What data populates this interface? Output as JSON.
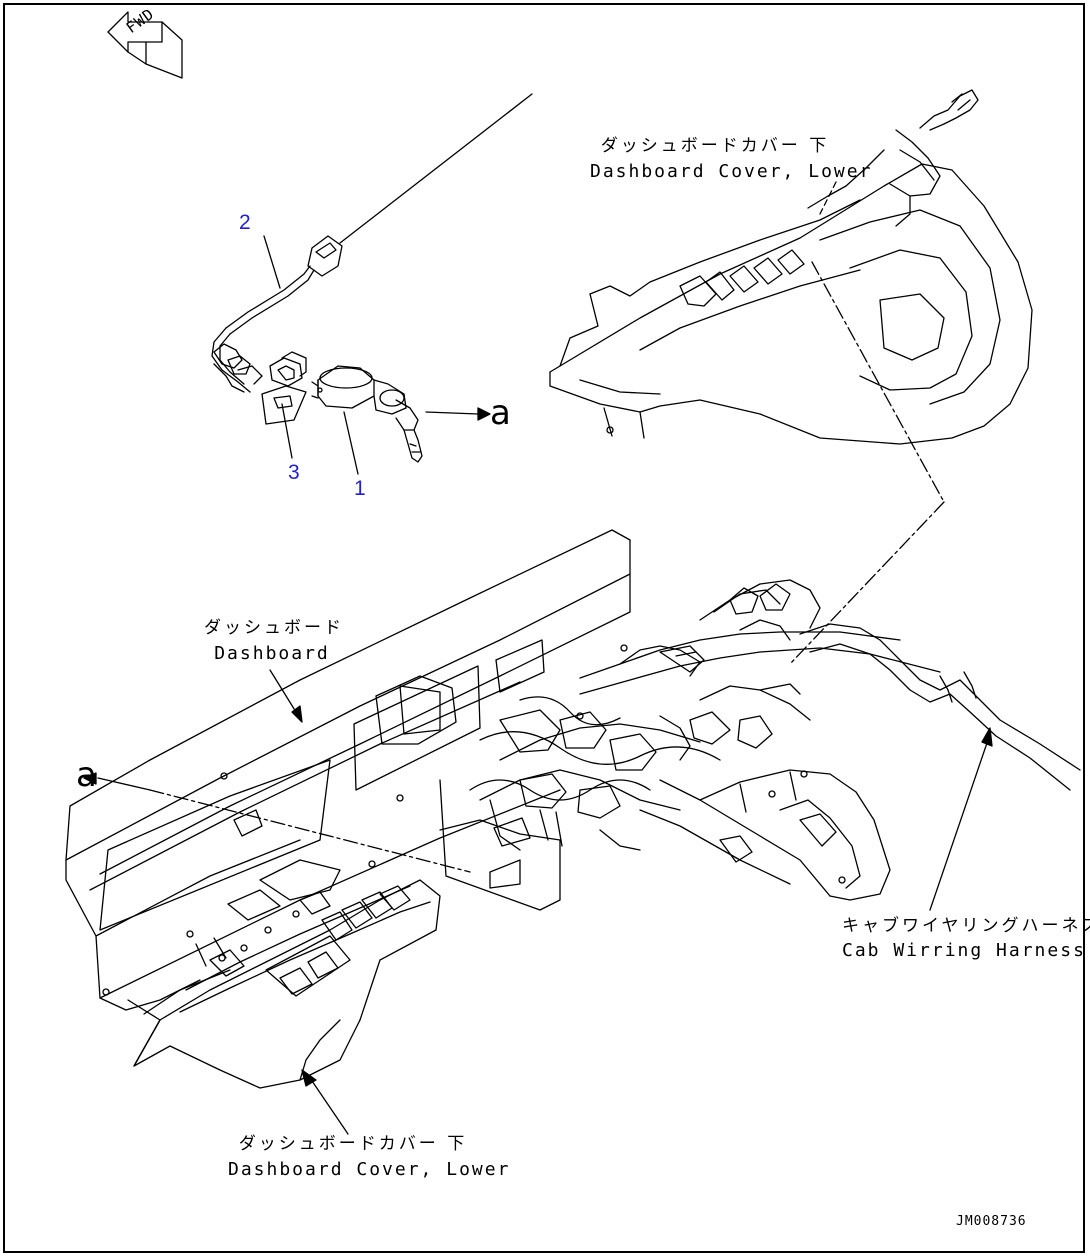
{
  "colors": {
    "line": "#000000",
    "callout": "#1f1fd6",
    "background": "#ffffff"
  },
  "fwd": {
    "label": "FWD"
  },
  "parts": [
    {
      "number": "1"
    },
    {
      "number": "2"
    },
    {
      "number": "3"
    }
  ],
  "ref_mark": "a",
  "labels": {
    "cover_upper": {
      "jp": "ダッシュボードカバー 下",
      "en": "Dashboard Cover, Lower"
    },
    "dashboard": {
      "jp": "ダッシュボード",
      "en": "Dashboard"
    },
    "harness": {
      "jp": "キャブワイヤリングハーネス",
      "en": "Cab Wirring Harness"
    },
    "cover_lower": {
      "jp": "ダッシュボードカバー 下",
      "en": "Dashboard Cover, Lower"
    }
  },
  "drawing_code": "JM008736"
}
